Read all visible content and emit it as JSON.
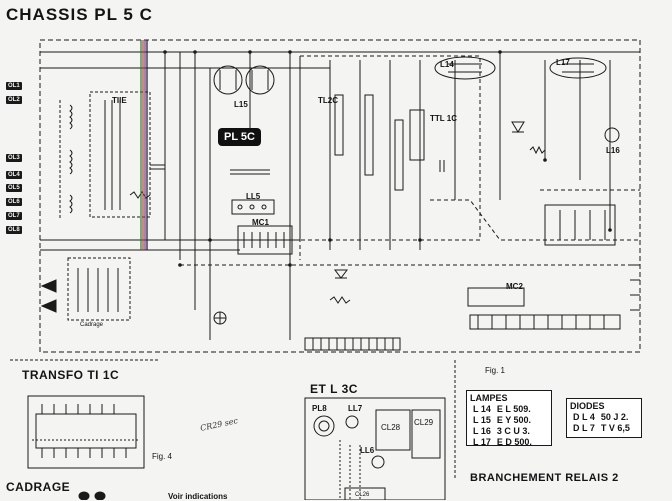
{
  "header": {
    "title": "CHASSIS PL 5 C"
  },
  "badge": {
    "text": "PL 5C"
  },
  "left_tags": [
    "OL1",
    "OL2",
    "OL3",
    "OL4",
    "OL5",
    "OL6",
    "OL7",
    "OL8"
  ],
  "diagram_labels": {
    "tie": "TIIE",
    "tl2c": "TL2C",
    "ttl1c": "TTL 1C",
    "ll5": "LL5",
    "mc1": "MC1",
    "mc2": "MC2",
    "cadrage": "Cadrage",
    "l14": "L14",
    "l17": "L17",
    "l15": "L15",
    "l16": "L16",
    "pl8": "PL8",
    "ll7": "LL7",
    "ll6": "LL6",
    "cl28": "CL28",
    "cl29": "CL29",
    "cl26": "CL26"
  },
  "fig1": "Fig. 1",
  "fig4": "Fig. 4",
  "sections": {
    "transfo": "TRANSFO TI 1C",
    "cadrage": "CADRAGE",
    "etl3c": "ET L 3C",
    "branchement": "BRANCHEMENT RELAIS 2",
    "voir": "Voir indications"
  },
  "lampes": {
    "title": "LAMPES",
    "rows": [
      {
        "ref": "L 14",
        "type": "E L 509."
      },
      {
        "ref": "L 15",
        "type": "E Y 500."
      },
      {
        "ref": "L 16",
        "type": "3 C U 3."
      },
      {
        "ref": "L 17",
        "type": "E D 500."
      }
    ]
  },
  "diodes": {
    "title": "DIODES",
    "rows": [
      {
        "ref": "D L 4",
        "type": "50 J 2."
      },
      {
        "ref": "D L 7",
        "type": "T V 6,5"
      }
    ]
  },
  "handwritten": "CR29 sec"
}
